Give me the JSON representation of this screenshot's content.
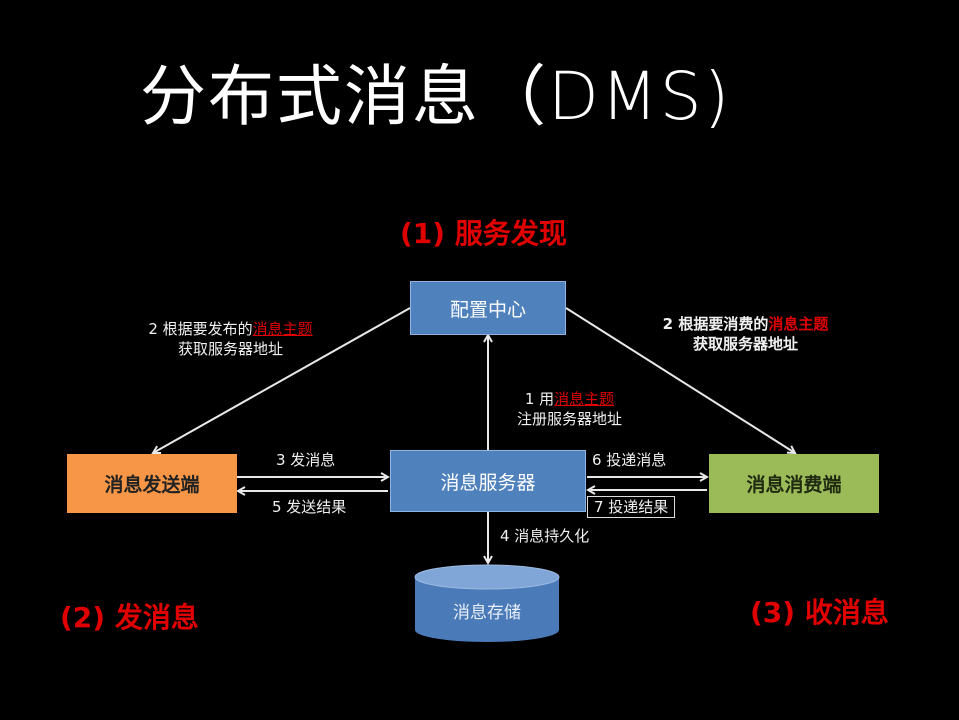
{
  "title": "分布式消息（DMS)",
  "sections": {
    "service_discovery": "(1) 服务发现",
    "send_message": "(2) 发消息",
    "receive_message": "(3) 收消息"
  },
  "nodes": {
    "config_center": "配置中心",
    "message_server": "消息服务器",
    "producer": "消息发送端",
    "consumer": "消息消费端",
    "storage": "消息存储"
  },
  "edges": {
    "register": {
      "prefix": "1 用",
      "highlight": "消息主题",
      "line2": "注册服务器地址"
    },
    "producer_lookup": {
      "prefix": "2 根据要发布的",
      "highlight": "消息主题",
      "line2": "获取服务器地址"
    },
    "consumer_lookup": {
      "prefix": "2 根据要消费的",
      "highlight": "消息主题",
      "line2": "获取服务器地址"
    },
    "send": "3 发消息",
    "persist": "4 消息持久化",
    "send_result": "5 发送结果",
    "deliver": "6 投递消息",
    "deliver_result": "7 投递结果"
  },
  "colors": {
    "background": "#000000",
    "highlight_red": "#e00000",
    "blue_node": "#4f81bd",
    "orange_node": "#f79646",
    "green_node": "#9bbb59",
    "arrow": "#e8e8e8"
  }
}
